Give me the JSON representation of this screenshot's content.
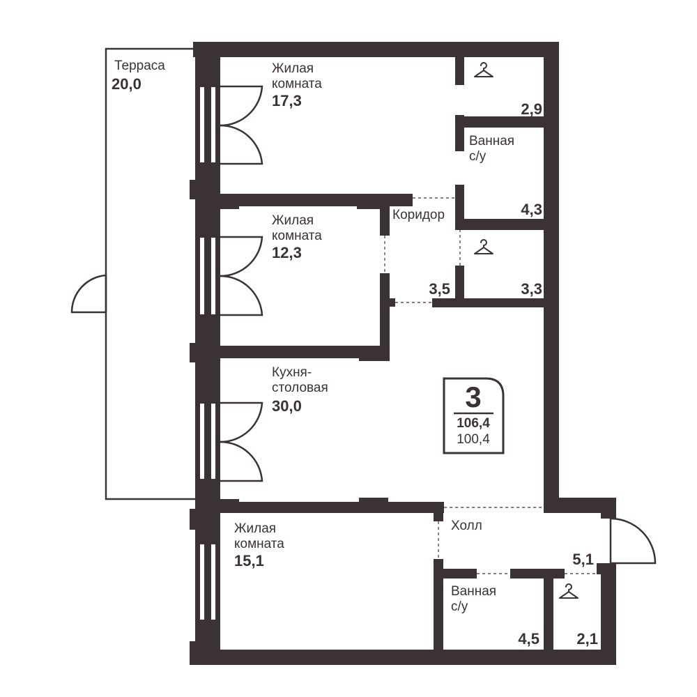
{
  "apartment": {
    "rooms_count": "3",
    "total_area": "106,4",
    "living_area": "100,4"
  },
  "rooms": {
    "terrace": {
      "name": "Терраса",
      "area": "20,0"
    },
    "bedroom1": {
      "name_line1": "Жилая",
      "name_line2": "комната",
      "area": "17,3"
    },
    "closet1": {
      "area": "2,9"
    },
    "bathroom1": {
      "name_line1": "Ванная",
      "name_line2": "с/у",
      "area": "4,3"
    },
    "bedroom2": {
      "name_line1": "Жилая",
      "name_line2": "комната",
      "area": "12,3"
    },
    "corridor": {
      "name": "Коридор",
      "area": "3,5"
    },
    "closet2": {
      "area": "3,3"
    },
    "kitchen": {
      "name_line1": "Кухня-",
      "name_line2": "столовая",
      "area": "30,0"
    },
    "hall": {
      "name": "Холл",
      "area": "5,1"
    },
    "bedroom3": {
      "name_line1": "Жилая",
      "name_line2": "комната",
      "area": "15,1"
    },
    "bathroom2": {
      "name_line1": "Ванная",
      "name_line2": "с/у",
      "area": "4,5"
    },
    "closet3": {
      "area": "2,1"
    }
  },
  "icons": {
    "closet": "hanger-icon",
    "door": "door-swing-icon",
    "window": "window-icon"
  },
  "colors": {
    "wall": "#3b3235",
    "background": "#ffffff"
  }
}
